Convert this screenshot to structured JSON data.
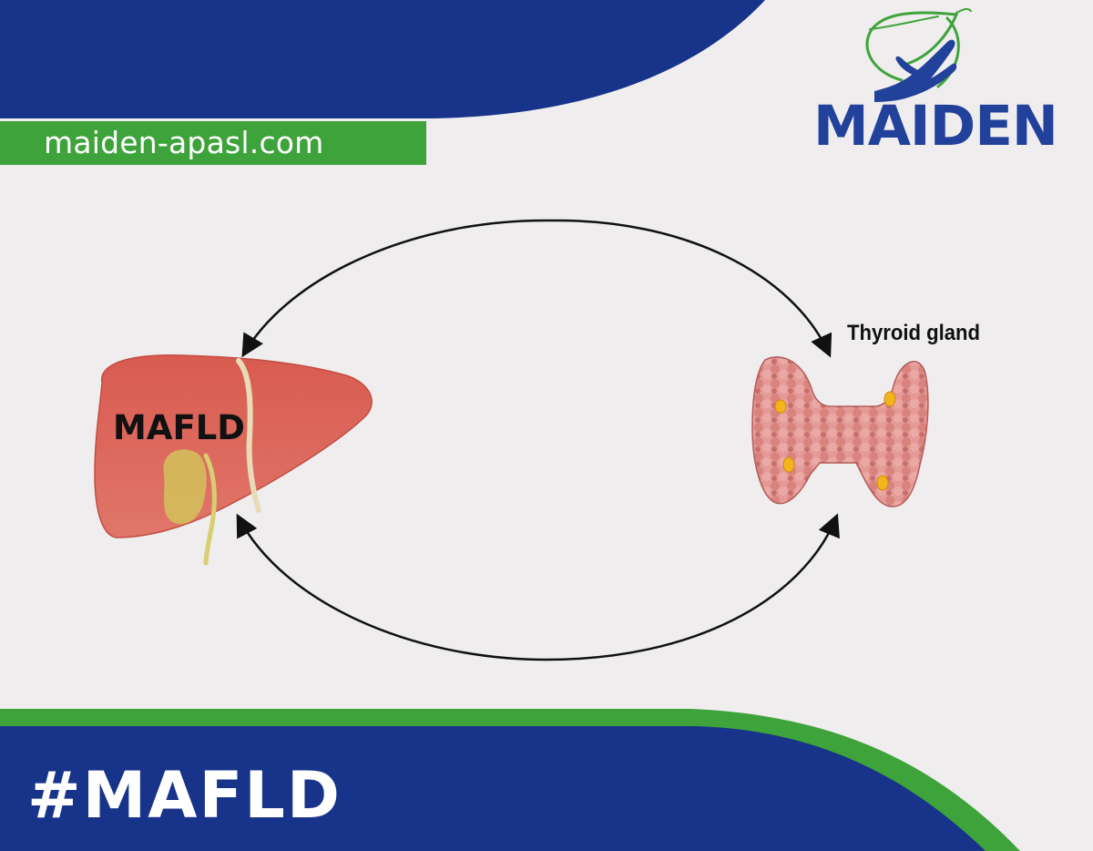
{
  "header": {
    "website": "maiden-apasl.com"
  },
  "logo": {
    "text": "MAIDEN"
  },
  "diagram": {
    "liver_label": "MAFLD",
    "thyroid_label": "Thyroid gland"
  },
  "footer": {
    "hashtag": "#MAFLD"
  },
  "colors": {
    "brand_blue": "#17338a",
    "brand_green": "#3fa33b",
    "background": "#efedee",
    "logo_blue": "#22419b"
  }
}
